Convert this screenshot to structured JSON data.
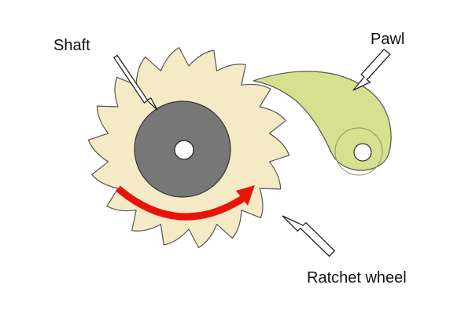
{
  "labels": {
    "shaft": "Shaft",
    "pawl": "Pawl",
    "ratchet_wheel": "Ratchet wheel"
  },
  "colors": {
    "wheel_fill": "#F5EAC6",
    "wheel_stroke": "#555555",
    "shaft_fill": "#777777",
    "hole_fill": "#ffffff",
    "pawl_fill": "#D6E08F",
    "rotation_arrow": "#E8140A",
    "pointer_arrow_fill": "#ffffff",
    "pointer_arrow_stroke": "#222222"
  },
  "icons": {
    "rotation_arrow": "clockwise-arrow-icon",
    "pointer_arrow": "pointer-arrow-icon"
  }
}
